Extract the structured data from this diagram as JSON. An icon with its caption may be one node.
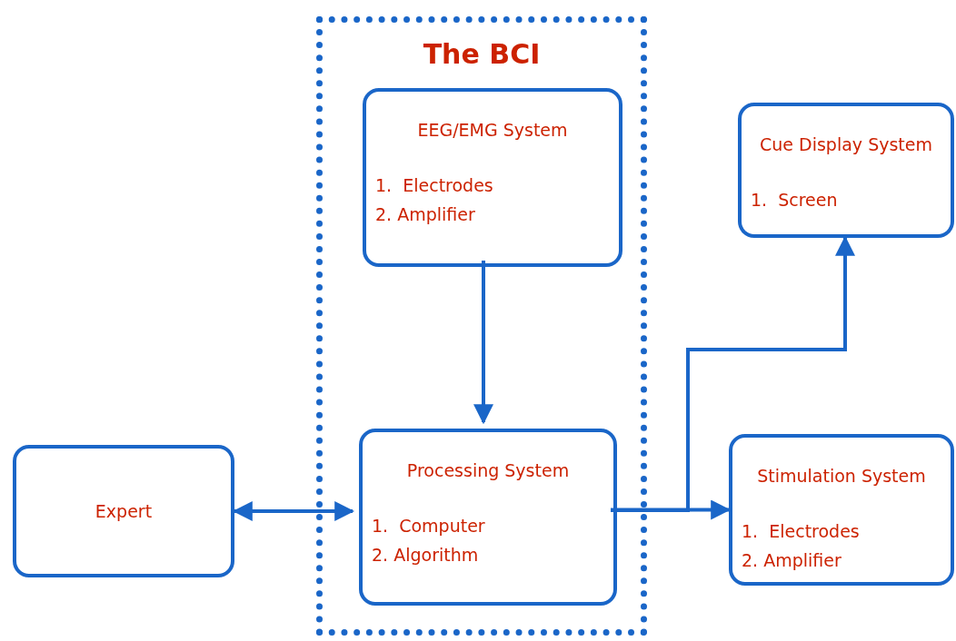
{
  "diagram": {
    "nodes": [
      {
        "text": [
          "The BCI"
        ]
      },
      {
        "text": [
          "EEG/EMG System",
          "1.  Electrodes",
          "2. Amplifier"
        ],
        "in": 0
      },
      {
        "text": [
          "Processing System",
          "1.  Computer",
          "2. Algorithm"
        ],
        "in": 0
      },
      {
        "text": [
          "Expert"
        ]
      },
      {
        "text": [
          "Cue Display System",
          "1.  Screen"
        ]
      },
      {
        "text": [
          "Stimulation System",
          "1.  Electrodes",
          "2. Amplifier"
        ]
      }
    ],
    "edges": [
      {
        "from": 1,
        "to": 2,
        "arrow": "to"
      },
      {
        "from": 3,
        "to": 2,
        "arrow": "both"
      },
      {
        "from": 2,
        "to": 5,
        "arrow": "to"
      },
      {
        "from": 2,
        "to": 4,
        "arrow": "to"
      }
    ]
  }
}
